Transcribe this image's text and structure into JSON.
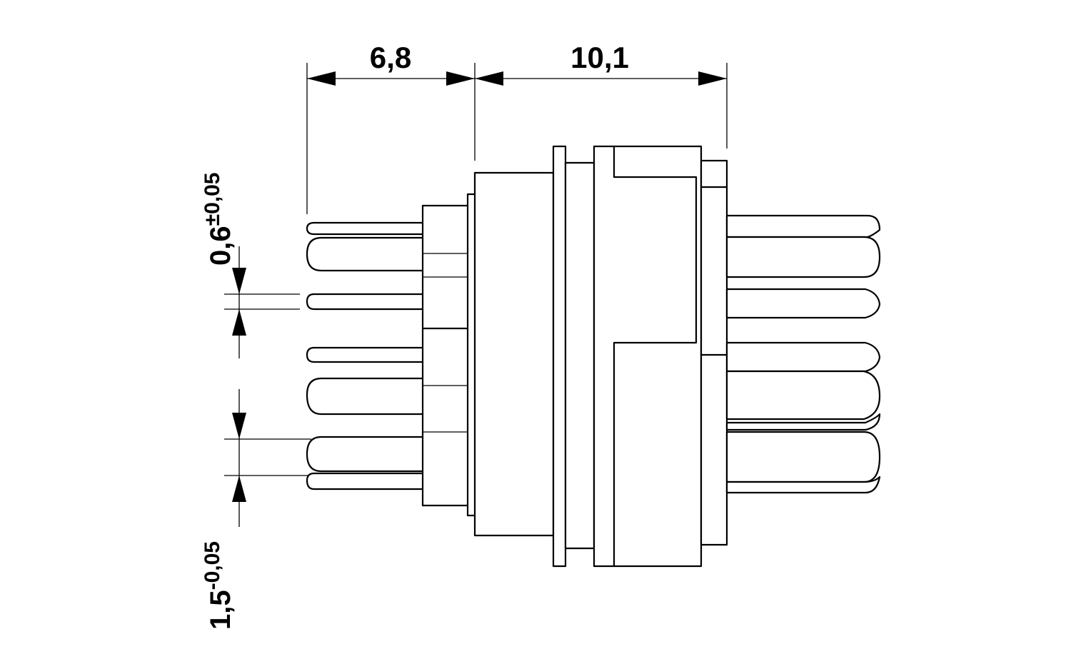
{
  "dimensions": {
    "top_left": {
      "label": "6,8"
    },
    "top_right": {
      "label": "10,1"
    },
    "pin_diameter": {
      "base": "0,6",
      "tolerance": "±0,05"
    },
    "pin_pitch": {
      "base": "1,5",
      "tolerance": "-0,05"
    }
  },
  "colors": {
    "line": "#000000",
    "background": "#ffffff"
  }
}
